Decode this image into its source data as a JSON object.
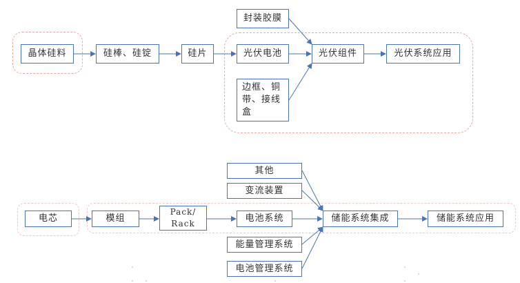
{
  "colors": {
    "box_border": "#4A74B8",
    "arrow": "#4A74B8",
    "group_border": "#F4A3A3",
    "text": "#333333"
  },
  "photovoltaic_chain": {
    "raw_material": "晶体硅料",
    "ingot": "硅棒、硅锭",
    "wafer": "硅片",
    "cell": "光伏电池",
    "encapsulant": "封装胶膜",
    "frame_parts": "边框、铜带、接线盒",
    "module": "光伏组件",
    "application": "光伏系统应用"
  },
  "storage_chain": {
    "cell": "电芯",
    "module": "模组",
    "pack": "Pack/ Rack",
    "battery_system": "电池系统",
    "other": "其他",
    "converter": "变流装置",
    "ems": "能量管理系统",
    "bms": "电池管理系统",
    "integration": "储能系统集成",
    "application": "储能系统应用"
  }
}
